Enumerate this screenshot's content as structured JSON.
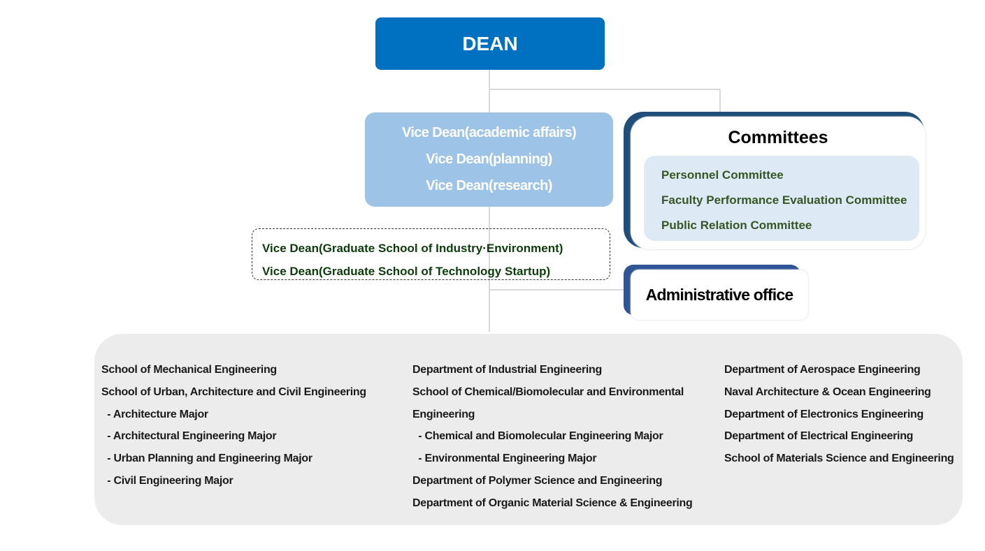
{
  "dean": {
    "label": "DEAN"
  },
  "vice_deans": [
    "Vice Dean(academic affairs)",
    "Vice Dean(planning)",
    "Vice Dean(research)"
  ],
  "graduate_vice_deans": [
    "Vice Dean(Graduate School of Industry·Environment)",
    "Vice Dean(Graduate School of Technology Startup)"
  ],
  "committees": {
    "title": "Committees",
    "items": [
      "Personnel Committee",
      "Faculty Performance Evaluation Committee",
      "Public Relation Committee"
    ]
  },
  "admin": {
    "label": "Administrative office"
  },
  "units": {
    "col1": [
      "School of Mechanical Engineering",
      "School of Urban, Architecture and Civil Engineering",
      "  - Architecture Major",
      "  - Architectural Engineering Major",
      "  - Urban Planning and Engineering Major",
      "  - Civil Engineering Major"
    ],
    "col2": [
      "Department of Industrial Engineering",
      "School of Chemical/Biomolecular and Environmental",
      "Engineering",
      "  - Chemical and Biomolecular Engineering Major",
      "  - Environmental Engineering Major",
      "Department of Polymer Science and Engineering",
      "Department of Organic Material Science & Engineering"
    ],
    "col3": [
      "Department of Aerospace Engineering",
      "Naval Architecture & Ocean Engineering",
      "Department of Electronics Engineering",
      "Department of Electrical Engineering",
      "School of Materials Science and Engineering"
    ]
  }
}
